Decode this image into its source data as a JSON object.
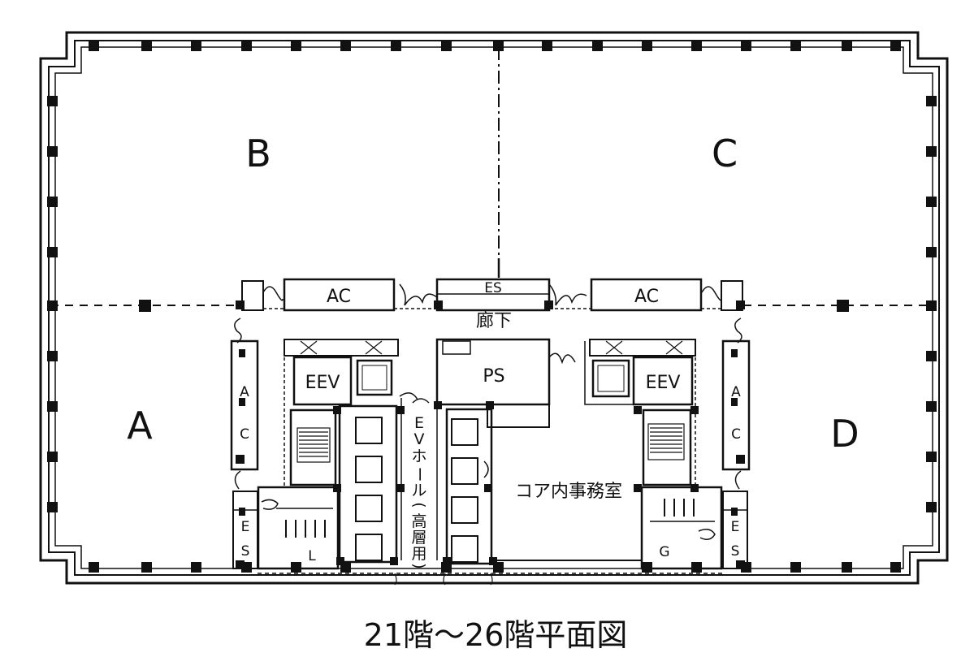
{
  "zones": {
    "a": "A",
    "b": "B",
    "c": "C",
    "d": "D"
  },
  "rooms": {
    "ac_top": "AC",
    "es_top": "ES",
    "corridor": "廊下",
    "ps": "PS",
    "eev": "EEV",
    "ac_side": [
      "A",
      "C"
    ],
    "es_side": [
      "E",
      "S"
    ],
    "ev_hall": [
      "E",
      "V",
      "ホ",
      "ー",
      "ル",
      "(",
      "高",
      "層",
      "用",
      ")"
    ],
    "core_office": "コア内事務室",
    "toilet_l": "L",
    "toilet_g": "G"
  },
  "caption": "21階～26階平面図"
}
